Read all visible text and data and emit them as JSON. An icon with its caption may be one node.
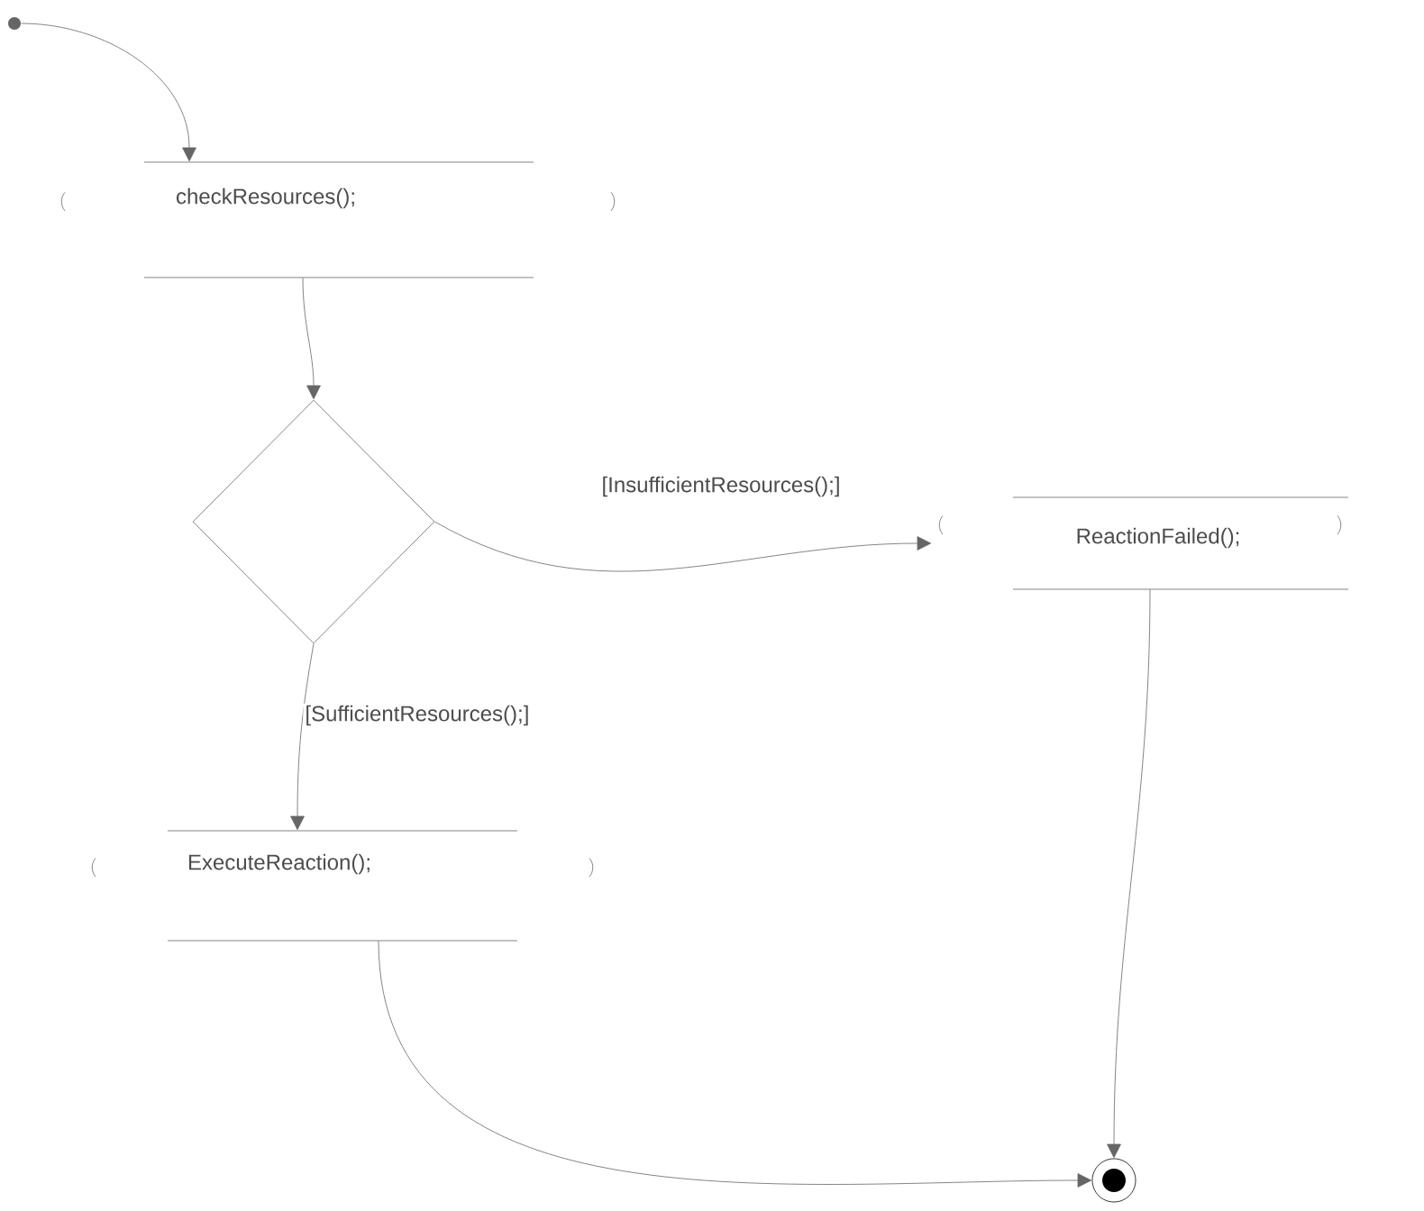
{
  "diagram": {
    "nodes": [
      {
        "text": [],
        "shape": "circle"
      },
      {
        "text": [
          "checkResources();"
        ]
      },
      {
        "text": [],
        "shape": "diamond"
      },
      {
        "text": [
          "ReactionFailed();"
        ]
      },
      {
        "text": [
          "ExecuteReaction();"
        ]
      },
      {
        "text": [],
        "shape": "circle"
      }
    ],
    "edges": [
      {
        "from": 0,
        "to": 1,
        "arrow": "to"
      },
      {
        "from": 1,
        "to": 2,
        "arrow": "to"
      },
      {
        "from": 2,
        "to": 3,
        "arrow": "to",
        "label": "[InsufficientResources();]"
      },
      {
        "from": 2,
        "to": 4,
        "arrow": "to",
        "label": "[SufficientResources();]"
      },
      {
        "from": 4,
        "to": 5,
        "arrow": "to"
      },
      {
        "from": 3,
        "to": 5,
        "arrow": "to"
      }
    ]
  }
}
